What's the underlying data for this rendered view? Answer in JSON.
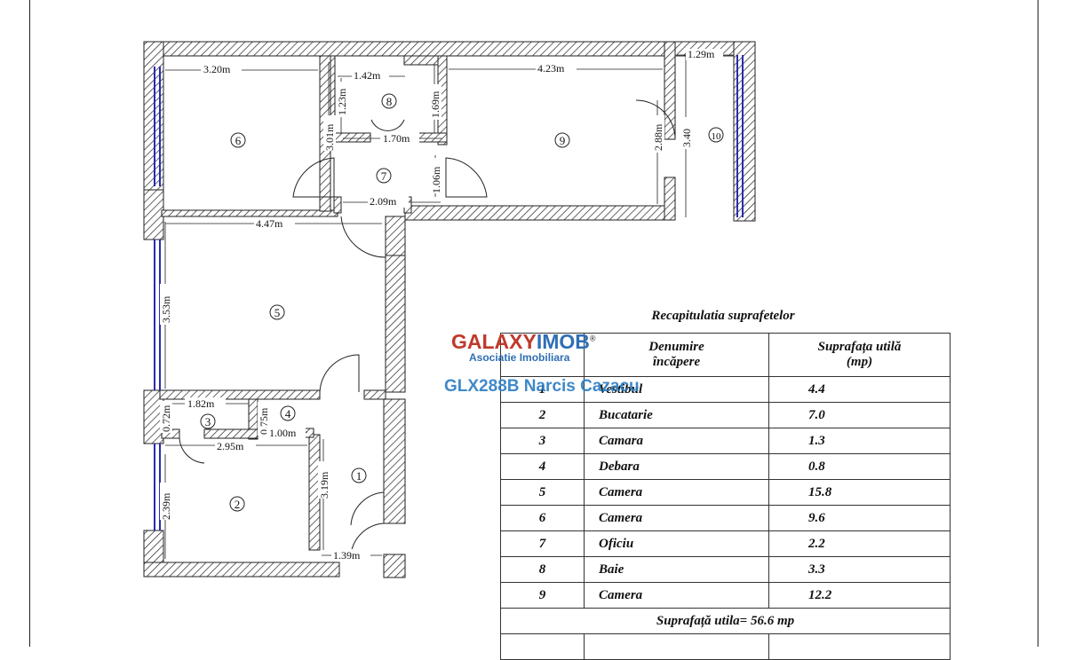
{
  "plan": {
    "dimensions": {
      "d_3_20": "3.20m",
      "d_1_42": "1.42m",
      "d_4_23": "4.23m",
      "d_1_29": "1.29m",
      "d_1_23": "1.23m",
      "d_1_69": "1.69m",
      "d_3_01": "3.01m",
      "d_1_70": "1.70m",
      "d_2_88": "2.88m",
      "d_3_40": "3.40",
      "d_1_06": "1.06m",
      "d_2_09": "2.09m",
      "d_4_47": "4.47m",
      "d_3_53": "3.53m",
      "d_1_82": "1.82m",
      "d_0_72": "0.72m",
      "d_0_75": "0.75m",
      "d_1_00": "1.00m",
      "d_2_95": "2.95m",
      "d_3_19": "3.19m",
      "d_2_39": "2.39m",
      "d_1_39": "1.39m"
    },
    "room_numbers": {
      "r1": "1",
      "r2": "2",
      "r3": "3",
      "r4": "4",
      "r5": "5",
      "r6": "6",
      "r7": "7",
      "r8": "8",
      "r9": "9",
      "r10": "10"
    }
  },
  "summary": {
    "title": "Recapitulatia suprafetelor",
    "header_name": [
      "Denumire",
      "încăpere"
    ],
    "header_area": [
      "Suprafața utilă",
      "(mp)"
    ],
    "rows": [
      {
        "nr": "1",
        "name": "Vestibul",
        "area": "4.4"
      },
      {
        "nr": "2",
        "name": "Bucatarie",
        "area": "7.0"
      },
      {
        "nr": "3",
        "name": "Camara",
        "area": "1.3"
      },
      {
        "nr": "4",
        "name": "Debara",
        "area": "0.8"
      },
      {
        "nr": "5",
        "name": "Camera",
        "area": "15.8"
      },
      {
        "nr": "6",
        "name": "Camera",
        "area": "9.6"
      },
      {
        "nr": "7",
        "name": "Oficiu",
        "area": "2.2"
      },
      {
        "nr": "8",
        "name": "Baie",
        "area": "3.3"
      },
      {
        "nr": "9",
        "name": "Camera",
        "area": "12.2"
      }
    ],
    "total": "Suprafață utila= 56.6 mp"
  },
  "logo": {
    "brand_a": "GALAXY",
    "brand_b": "IMOB",
    "registered": "®",
    "subtitle": "Asociatie Imobiliara"
  },
  "watermark": {
    "text": "GLX288B Narcis Cazacu"
  }
}
